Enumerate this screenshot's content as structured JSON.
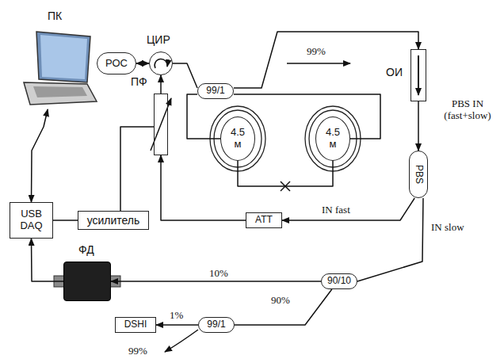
{
  "diagram": {
    "nodes": [
      {
        "text": [
          "ПК"
        ]
      },
      {
        "text": [
          "РОС"
        ]
      },
      {
        "text": [
          "ЦИР"
        ]
      },
      {
        "text": [
          "ПФ"
        ]
      },
      {
        "text": [
          "99/1"
        ]
      },
      {
        "text": [
          "4.5 м"
        ]
      },
      {
        "text": [
          "4.5 м"
        ]
      },
      {
        "text": [
          "ОИ"
        ]
      },
      {
        "text": [
          "PBS"
        ]
      },
      {
        "text": [
          "USB DAQ"
        ]
      },
      {
        "text": [
          "усилитель"
        ]
      },
      {
        "text": [
          "ATT"
        ]
      },
      {
        "text": [
          "ФД"
        ]
      },
      {
        "text": [
          "90/10"
        ]
      },
      {
        "text": [
          "DSHI"
        ]
      },
      {
        "text": [
          "99/1"
        ]
      }
    ],
    "edges": [
      {
        "from": 9,
        "to": 0,
        "arrow": "both"
      },
      {
        "from": 1,
        "to": 2,
        "arrow": "both"
      },
      {
        "from": 2,
        "to": 4,
        "arrow": "none"
      },
      {
        "from": 3,
        "to": 2,
        "arrow": "to"
      },
      {
        "from": 4,
        "to": 5,
        "arrow": "none"
      },
      {
        "from": 5,
        "to": 6,
        "arrow": "none"
      },
      {
        "from": 6,
        "to": 4,
        "arrow": "none"
      },
      {
        "from": 4,
        "to": 7,
        "arrow": "to"
      },
      {
        "from": 7,
        "to": 8,
        "arrow": "to"
      },
      {
        "from": 8,
        "to": 11,
        "label": "IN fast",
        "arrow": "to"
      },
      {
        "from": 11,
        "to": 3,
        "arrow": "to"
      },
      {
        "from": 9,
        "to": 10,
        "arrow": "none"
      },
      {
        "from": 10,
        "to": 3,
        "arrow": "none"
      },
      {
        "from": 8,
        "to": 13,
        "label": "IN slow",
        "arrow": "none"
      },
      {
        "from": 13,
        "to": 12,
        "label": "10%",
        "arrow": "to"
      },
      {
        "from": 12,
        "to": 9,
        "arrow": "to"
      },
      {
        "from": 13,
        "to": 15,
        "label": "90%",
        "arrow": "none"
      },
      {
        "from": 15,
        "to": 14,
        "label": "1%",
        "arrow": "to"
      }
    ],
    "labels": [
      "99%",
      "PBS IN (fast+slow)",
      "99%"
    ]
  }
}
